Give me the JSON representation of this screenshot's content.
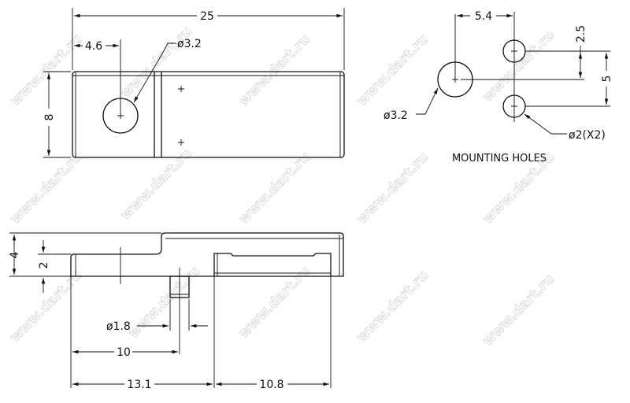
{
  "watermark": "www.dart.ru",
  "top_view": {
    "length": "25",
    "hole_offset": "4.6",
    "hole_dia": "ø3.2",
    "width": "8"
  },
  "mounting_holes": {
    "title": "MOUNTING HOLES",
    "spacing_x": "5.4",
    "offset_y": "2.5",
    "pitch_y": "5",
    "big_hole": "ø3.2",
    "small_holes": "ø2(X2)"
  },
  "side_view": {
    "height_total": "4",
    "height_step": "2",
    "pin_dia": "ø1.8",
    "pin_pos": "10",
    "left_len": "13.1",
    "right_len": "10.8"
  }
}
